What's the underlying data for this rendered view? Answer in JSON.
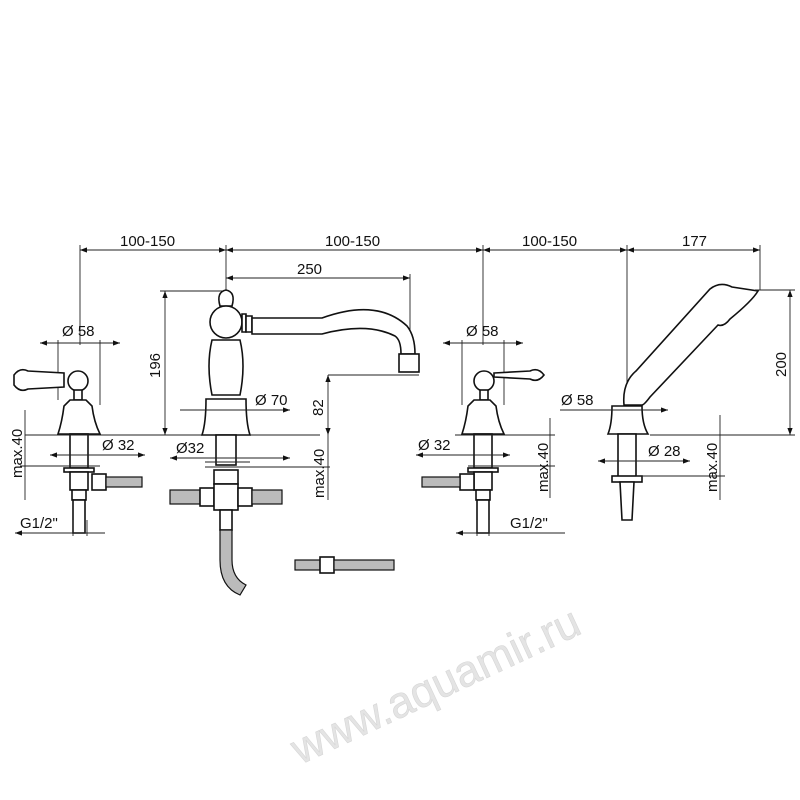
{
  "watermark": "www.aquamir.ru",
  "dimensions": {
    "spacing_1": "100-150",
    "spacing_2": "100-150",
    "spacing_3": "100-150",
    "shower_reach": "177",
    "spout_reach": "250",
    "spout_height": "196",
    "spout_outlet_height": "82",
    "shower_height": "200"
  },
  "left_valve": {
    "body_dia": "Ø 58",
    "stem_dia": "Ø 32",
    "max_deck": "max.40",
    "thread": "G1/2\""
  },
  "spout": {
    "base_dia": "Ø 70",
    "stem_dia": "Ø32",
    "max_deck": "max.40"
  },
  "right_valve": {
    "body_dia": "Ø 58",
    "stem_dia": "Ø 32",
    "max_deck": "max.40",
    "thread": "G1/2\""
  },
  "shower": {
    "base_dia": "Ø 58",
    "stem_dia": "Ø 28",
    "max_deck": "max.40"
  }
}
